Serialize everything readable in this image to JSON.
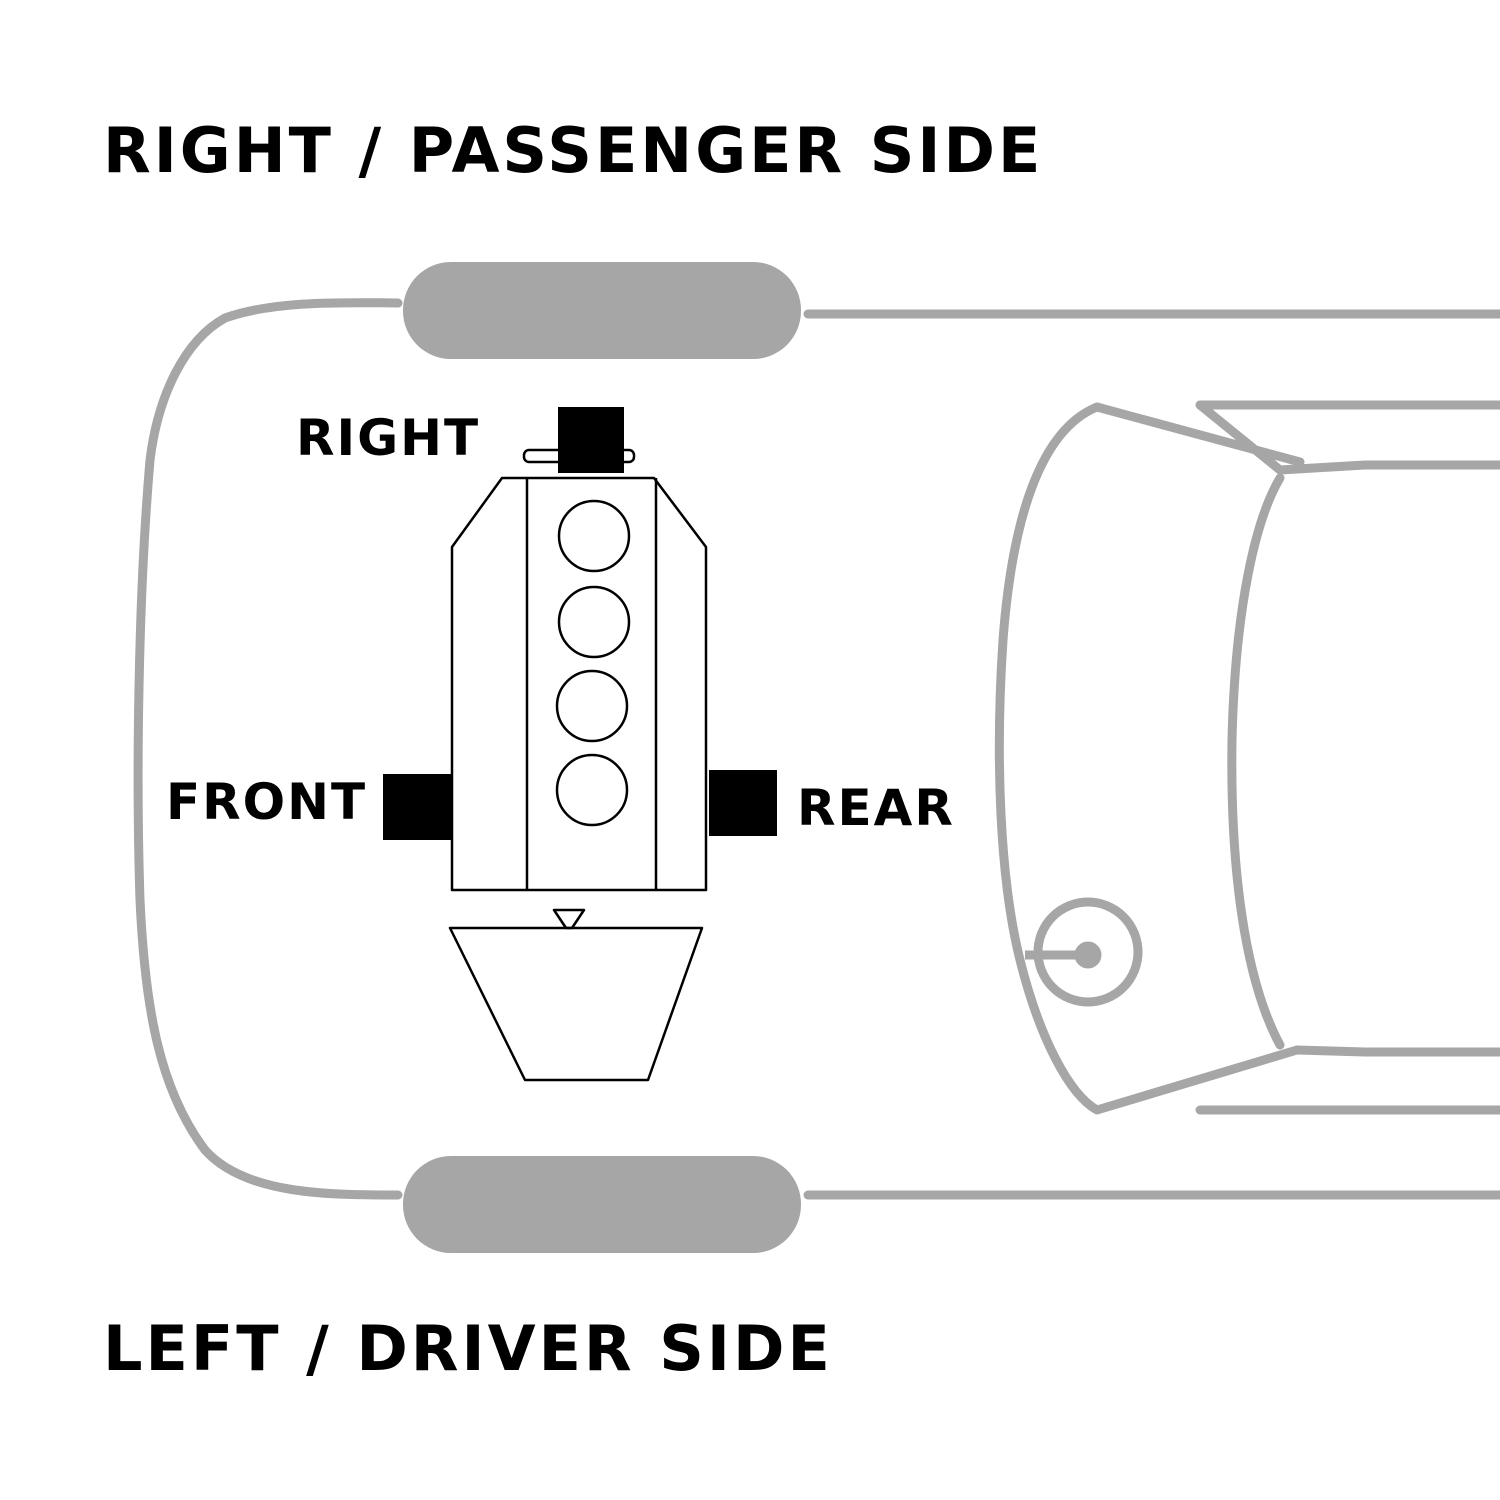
{
  "labels": {
    "top_side": "RIGHT / PASSENGER SIDE",
    "bottom_side": "LEFT / DRIVER SIDE",
    "mount_right": "RIGHT",
    "mount_front": "FRONT",
    "mount_rear": "REAR"
  },
  "colors": {
    "car_outline": "#a6a6a6",
    "engine_outline": "#000000",
    "mount": "#000000",
    "text": "#000000",
    "background": "#ffffff"
  }
}
